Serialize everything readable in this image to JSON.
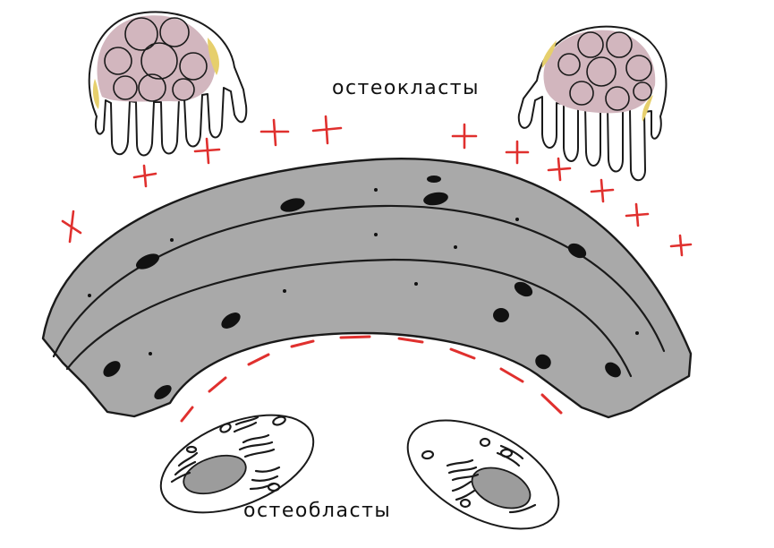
{
  "labels": {
    "osteoclasts": "остеокласты",
    "osteoblasts": "остеобласты"
  },
  "colors": {
    "bone_fill": "#a9a9a9",
    "outline": "#1a1a1a",
    "charge": "#e0302e",
    "osteoclast_body": "#ffffff",
    "osteoclast_nucleus_region": "#d2b6be",
    "osteoclast_accent": "#e6cf6c",
    "osteoblast_nucleus": "#9c9c9c"
  },
  "icons": {
    "positive_charge": "plus-sign",
    "negative_charge": "dash-line"
  }
}
